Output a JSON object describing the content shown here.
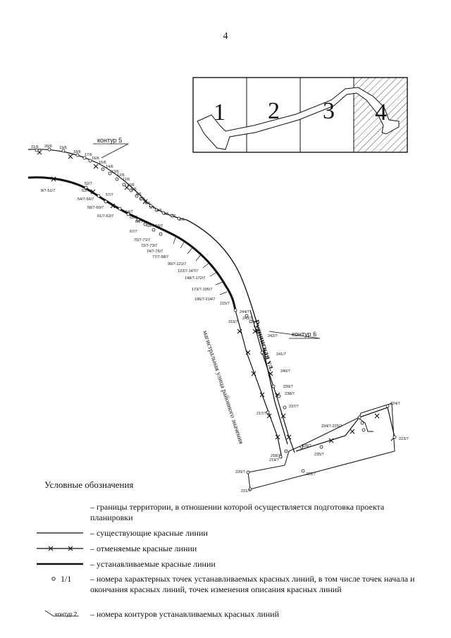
{
  "page_number": "4",
  "index_map": {
    "sheets": [
      "1",
      "2",
      "3",
      "4"
    ]
  },
  "street_labels": {
    "main_street": "Руднянская ул.",
    "side_note": "магистральная улица районного значения"
  },
  "contours": [
    {
      "label": "контур 5"
    },
    {
      "label": "контур 6"
    }
  ],
  "point_labels": [
    "21/6",
    "20/6",
    "19/6",
    "18/6",
    "17/6",
    "16/6",
    "15/6",
    "14/6",
    "13/6",
    "12/6",
    "11/6",
    "10/6",
    "9/6",
    "8/6",
    "7/6",
    "6/6",
    "5/6",
    "4/6",
    "3/6",
    "2/6",
    "1/6",
    "8/7-51/7",
    "52/7",
    "53/7",
    "54/7-56/7",
    "57/7",
    "58/7-60/7",
    "61/7-63/7",
    "64/7",
    "65/7",
    "66/7",
    "67/7",
    "68/7-69/7",
    "70/7-71/7",
    "72/7-73/7",
    "74/7-76/7",
    "77/7-98/7",
    "99/7-121/7",
    "122/7-147/7",
    "148/7-172/7",
    "173/7-195/7",
    "196/7-214/7",
    "215/7",
    "244/7",
    "243/7",
    "242/7",
    "241/7",
    "240/7",
    "239/7",
    "238/7",
    "237/7",
    "217/7",
    "216/7",
    "219/7",
    "218/7",
    "220/7",
    "221/7",
    "222/7",
    "228/7",
    "235/7",
    "234/7-225/7",
    "224/7",
    "223/7"
  ],
  "legend": {
    "title": "Условные обозначения",
    "items": [
      {
        "symbol": "territory-boundary",
        "text": "– границы территории, в отношении которой осуществляется подготовка проекта планировки"
      },
      {
        "symbol": "existing-line",
        "text": "– существующие красные линии"
      },
      {
        "symbol": "cancelled-line",
        "text": "– отменяемые красные линии"
      },
      {
        "symbol": "established-line",
        "text": "– устанавливаемые красные линии"
      },
      {
        "symbol": "point",
        "symbol_label": "1/1",
        "text": "– номера характерных точек устанавливаемых красных линий, в том числе точек начала и окончания красных линий, точек изменения описания красных линий"
      },
      {
        "symbol": "contour",
        "symbol_label": "контур 2",
        "text": "– номера контуров устанавливаемых красных линий"
      }
    ]
  }
}
